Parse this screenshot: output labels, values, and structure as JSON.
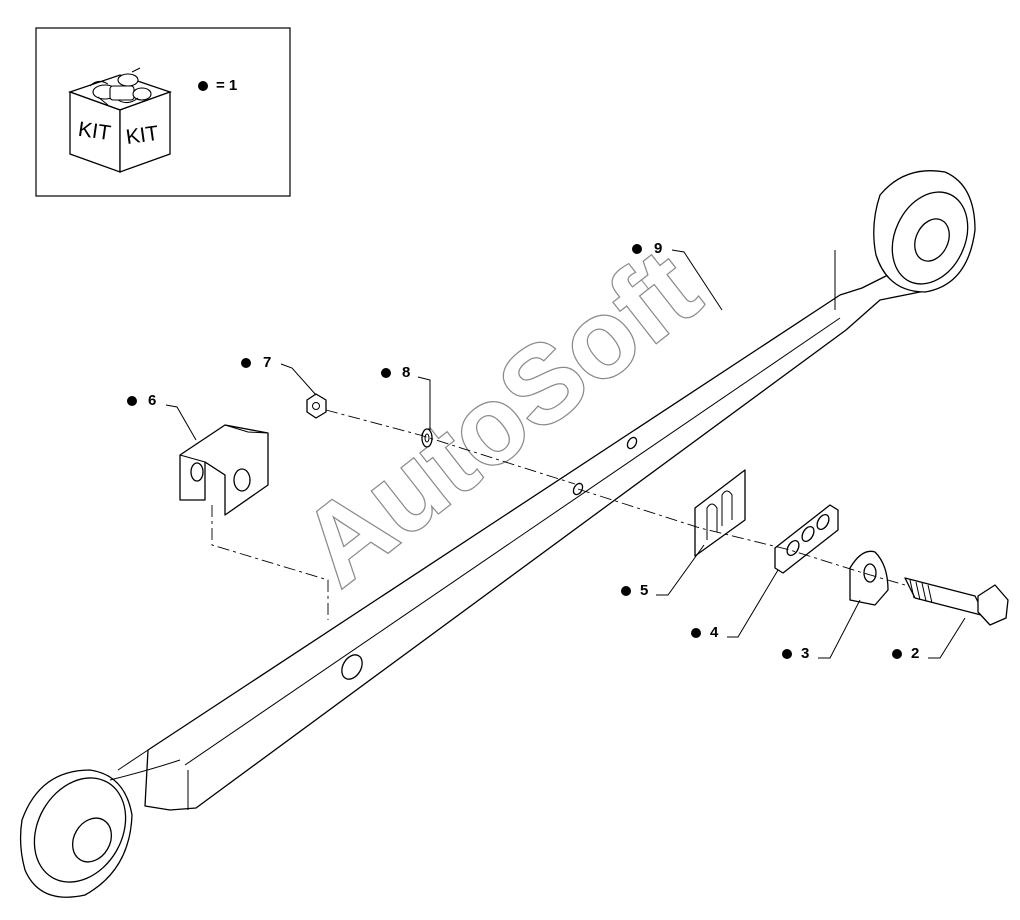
{
  "kit": {
    "box_labels": [
      "KIT",
      "KIT"
    ],
    "legend": "= 1"
  },
  "watermark": "AutoSoft",
  "callouts": [
    {
      "id": "callout-1-part-9",
      "label": "9"
    },
    {
      "id": "callout-7",
      "label": "7"
    },
    {
      "id": "callout-8",
      "label": "8"
    },
    {
      "id": "callout-6",
      "label": "6"
    },
    {
      "id": "callout-5",
      "label": "5"
    },
    {
      "id": "callout-4",
      "label": "4"
    },
    {
      "id": "callout-3",
      "label": "3"
    },
    {
      "id": "callout-2",
      "label": "2"
    }
  ],
  "colors": {
    "line": "#000000",
    "watermark_outline": "#8a8a8a",
    "background": "#ffffff"
  }
}
